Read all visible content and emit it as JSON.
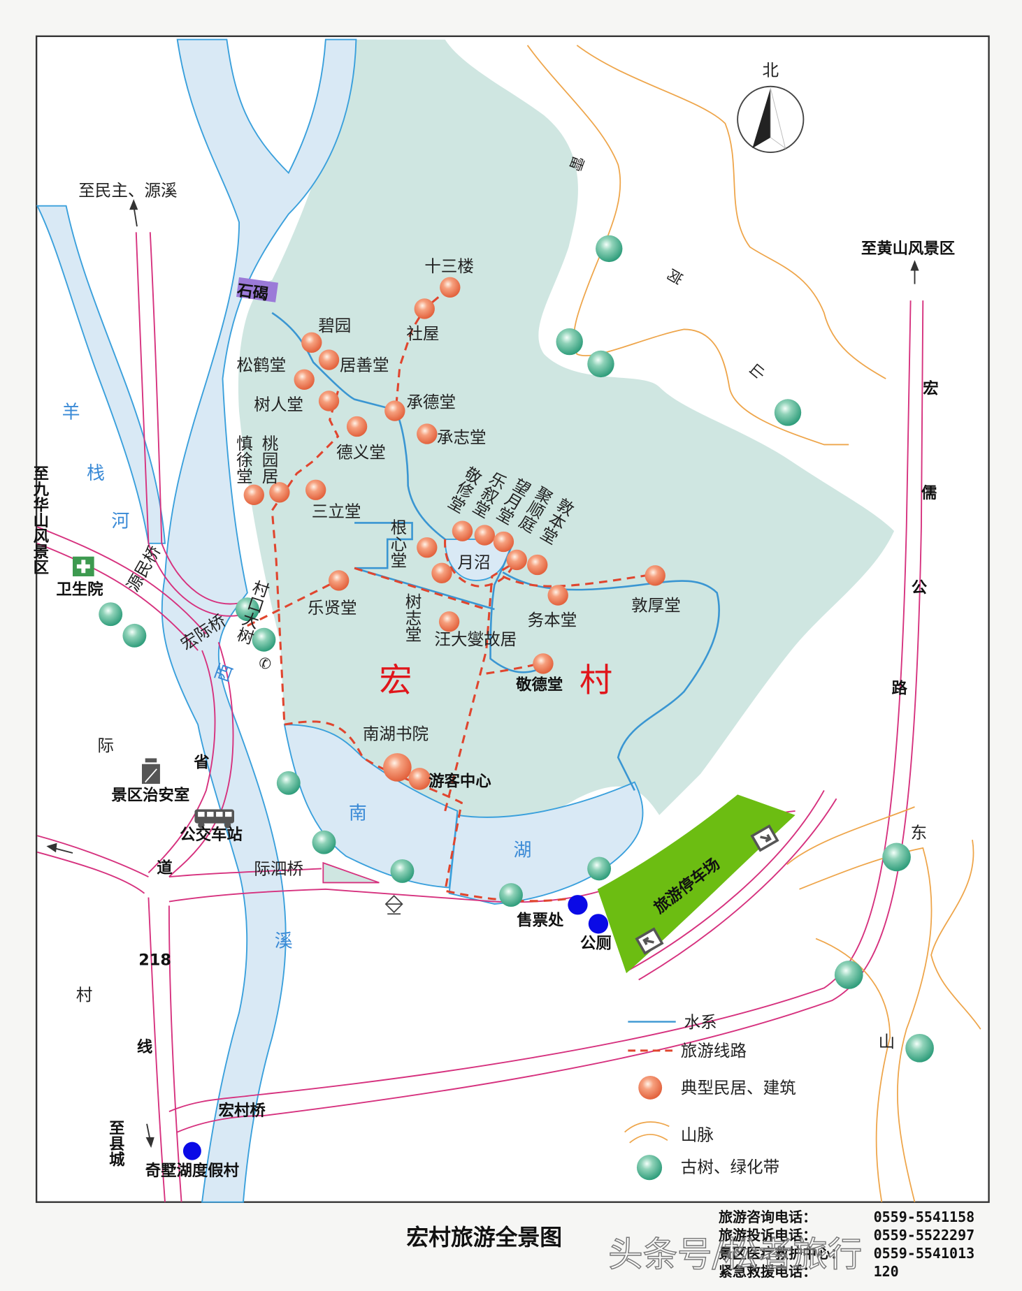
{
  "title": "宏村旅游全景图",
  "compass": {
    "label": "北"
  },
  "village_name": [
    "宏",
    "村"
  ],
  "directions": {
    "north_left": "至民主、源溪",
    "north_right": "至黄山风景区",
    "west": "至九华山风景区",
    "south": "至县城"
  },
  "water": {
    "yangzhan_river": [
      "羊",
      "栈",
      "河"
    ],
    "xi_stream": [
      "西",
      "溪"
    ],
    "south_lake": [
      "南",
      "湖"
    ],
    "moon_pond": "月沼"
  },
  "roads": {
    "provincial": [
      "际",
      "省",
      "道"
    ],
    "national_218": [
      "218",
      "线"
    ],
    "village_left": "村",
    "hongru_road": [
      "宏",
      "儒",
      "公",
      "路"
    ]
  },
  "bridges": {
    "stone_weir": "石碣",
    "yuanmin_bridge": "源民桥",
    "hongji_bridge": "宏际桥",
    "jisi_bridge": "际泗桥",
    "hongcun_bridge": "宏村桥"
  },
  "facilities": {
    "clinic": "卫生院",
    "police": "景区治安室",
    "bus_station": "公交车站",
    "ticket_office": "售票处",
    "toilet": "公厕",
    "parking": "旅游停车场",
    "visitor_center": "游客中心",
    "resort": "奇墅湖度假村",
    "village_tree": "村口大树"
  },
  "mountains": {
    "leigang": [
      "雷",
      "岗",
      "山"
    ],
    "east": [
      "东",
      "山"
    ]
  },
  "buildings": [
    {
      "name": "十三楼"
    },
    {
      "name": "社屋"
    },
    {
      "name": "碧园"
    },
    {
      "name": "居善堂"
    },
    {
      "name": "松鹤堂"
    },
    {
      "name": "树人堂"
    },
    {
      "name": "承德堂"
    },
    {
      "name": "承志堂"
    },
    {
      "name": "德义堂"
    },
    {
      "name": "慎徐堂"
    },
    {
      "name": "桃园居"
    },
    {
      "name": "三立堂"
    },
    {
      "name": "根心堂"
    },
    {
      "name": "敬修堂"
    },
    {
      "name": "乐叙堂"
    },
    {
      "name": "望月堂"
    },
    {
      "name": "聚顺庭"
    },
    {
      "name": "敦本堂"
    },
    {
      "name": "乐贤堂"
    },
    {
      "name": "树志堂"
    },
    {
      "name": "汪大燮故居"
    },
    {
      "name": "务本堂"
    },
    {
      "name": "敦厚堂"
    },
    {
      "name": "敬德堂"
    },
    {
      "name": "南湖书院"
    }
  ],
  "legend": [
    {
      "symbol": "line-blue",
      "label": "水系",
      "color": "#3a96d2"
    },
    {
      "symbol": "line-red-dashed",
      "label": "旅游线路",
      "color": "#e0452e"
    },
    {
      "symbol": "ball-orange",
      "label": "典型民居、建筑",
      "color": "#f07a55"
    },
    {
      "symbol": "mountain-lines",
      "label": "山脉",
      "color": "#eea54a"
    },
    {
      "symbol": "ball-green",
      "label": "古树、绿化带",
      "color": "#3fae8c"
    }
  ],
  "contacts": [
    {
      "label": "旅游咨询电话：",
      "value": "0559-5541158"
    },
    {
      "label": "旅游投诉电话：",
      "value": "0559-5522297"
    },
    {
      "label": "景区医疗救护中心：",
      "value": "0559-5541013"
    },
    {
      "label": "紧急救援电话：",
      "value": "120"
    }
  ],
  "watermark": "头条号/松者旅行",
  "colors": {
    "village_area": "#cfe6e1",
    "water": "#d9e9f5",
    "parking": "#6cbd12",
    "road": "#d6317e",
    "route": "#e0452e",
    "building_ball": "#f07a55",
    "tree_ball": "#3fae8c",
    "facility_dot": "#0a0ae6"
  }
}
